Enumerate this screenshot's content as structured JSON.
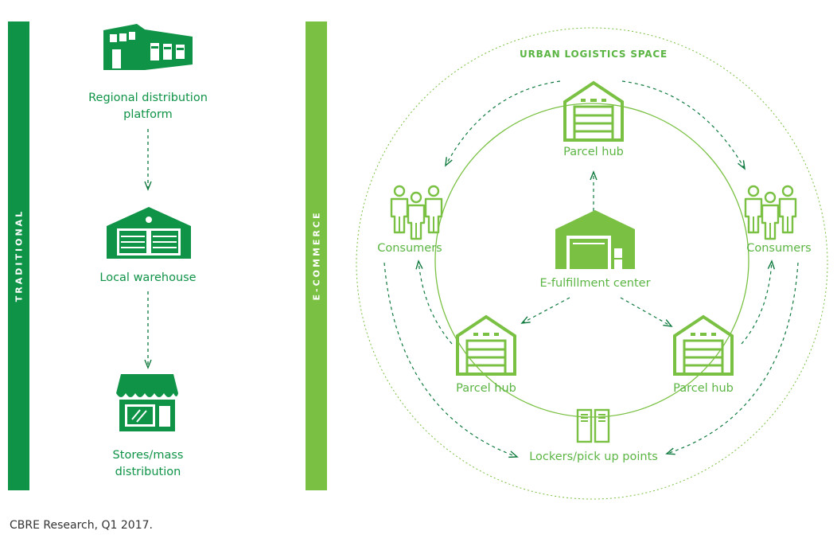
{
  "traditional": {
    "bar_label": "TRADITIONAL",
    "nodes": [
      {
        "label": "Regional distribution\nplatform"
      },
      {
        "label": "Local warehouse"
      },
      {
        "label": "Stores/mass\ndistribution"
      }
    ]
  },
  "ecommerce": {
    "bar_label": "E-COMMERCE",
    "title": "URBAN LOGISTICS SPACE",
    "center": "E-fulfillment center",
    "hub_top": "Parcel hub",
    "hub_left": "Parcel hub",
    "hub_right": "Parcel hub",
    "consumers_left": "Consumers",
    "consumers_right": "Consumers",
    "lockers": "Lockers/pick up points"
  },
  "source": "CBRE Research, Q1 2017.",
  "colors": {
    "dark_green": "#0f9347",
    "light_green": "#7ac143",
    "text_light": "#5bb543"
  }
}
